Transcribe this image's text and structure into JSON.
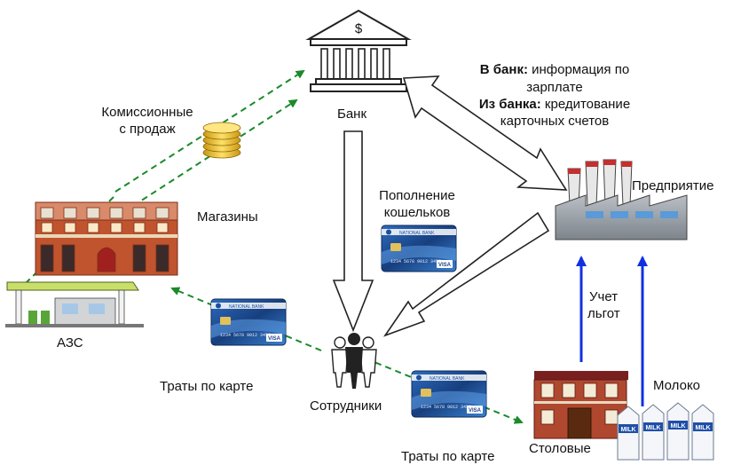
{
  "nodes": {
    "bank": "Банк",
    "enterprise": "Предприятие",
    "shops": "Магазины",
    "gas": "АЗС",
    "employees": "Сотрудники",
    "canteens": "Столовые",
    "milk": "Молоко"
  },
  "bank_symbol": "$",
  "bank_flow": {
    "to_bank_bold": "В банк:",
    "to_bank_text": " информация по",
    "to_bank_text2": "зарплате",
    "from_bank_bold": "Из банка:",
    "from_bank_text": " кредитование",
    "from_bank_text2": "карточных счетов"
  },
  "edges": {
    "commission_1": "Комиссионные",
    "commission_2": "с продаж",
    "topup_1": "Пополнение",
    "topup_2": "кошельков",
    "spend_left": "Траты по карте",
    "spend_bottom": "Траты по карте",
    "benefits_1": "Учет",
    "benefits_2": "льгот"
  },
  "card": {
    "brand": "NATIONAL BANK",
    "visa": "VISA"
  },
  "milk_label": "MILK",
  "colors": {
    "green_arrow": "#1a8a2a",
    "blue_arrow": "#1030e0",
    "outline": "#222222",
    "card_blue": "#1e4f9a",
    "brick": "#c0542e",
    "factory_gray": "#8c939a"
  }
}
